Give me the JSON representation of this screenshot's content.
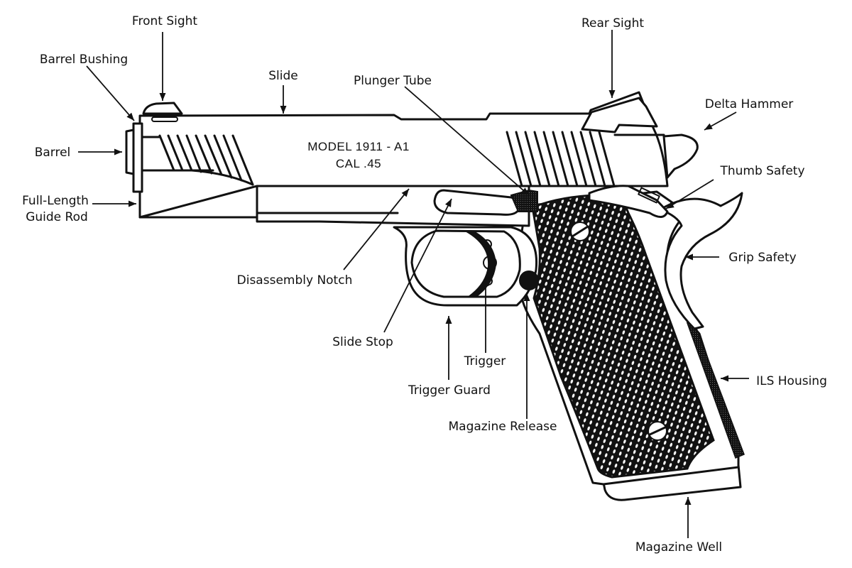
{
  "diagram": {
    "title": "1911 Pistol Parts Diagram",
    "colors": {
      "ink": "#111111",
      "background": "#ffffff"
    },
    "slide_stamp": {
      "line1": "MODEL  1911 - A1",
      "line2": "CAL .45"
    },
    "labels": [
      {
        "id": "front-sight",
        "text": "Front Sight"
      },
      {
        "id": "barrel-bushing",
        "text": "Barrel Bushing"
      },
      {
        "id": "slide",
        "text": "Slide"
      },
      {
        "id": "plunger-tube",
        "text": "Plunger Tube"
      },
      {
        "id": "rear-sight",
        "text": "Rear Sight"
      },
      {
        "id": "delta-hammer",
        "text": "Delta Hammer"
      },
      {
        "id": "barrel",
        "text": "Barrel"
      },
      {
        "id": "thumb-safety",
        "text": "Thumb Safety"
      },
      {
        "id": "full-length-guide-rod",
        "text": "Full-Length",
        "text2": "Guide Rod"
      },
      {
        "id": "grip-safety",
        "text": "Grip Safety"
      },
      {
        "id": "disassembly-notch",
        "text": "Disassembly Notch"
      },
      {
        "id": "slide-stop",
        "text": "Slide Stop"
      },
      {
        "id": "trigger",
        "text": "Trigger"
      },
      {
        "id": "ils-housing",
        "text": "ILS Housing"
      },
      {
        "id": "trigger-guard",
        "text": "Trigger Guard"
      },
      {
        "id": "magazine-release",
        "text": "Magazine Release"
      },
      {
        "id": "magazine-well",
        "text": "Magazine Well"
      }
    ]
  }
}
